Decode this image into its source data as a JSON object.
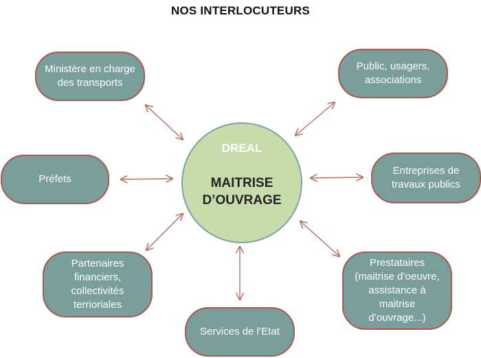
{
  "title": "NOS INTERLOCUTEURS",
  "center": {
    "label_top": "DREAL",
    "label_main": "MAITRISE\nD’OUVRAGE"
  },
  "nodes": {
    "ministere": "Ministère en charge\ndes transports",
    "public": "Public, usagers,\nassociations",
    "prefets": "Préfets",
    "entreprises": "Entreprises de\ntravaux publics",
    "partenaires": "Partenaires\nfinanciers,\ncollectivités\nterrioriales",
    "prestataires": "Prestataires\n(maitrise d’oeuvre,\nassistance à\nmaitrise\nd’ouvrage...)",
    "services": "Services de l’Etat"
  },
  "colors": {
    "node_fill": "#7a9e9c",
    "node_border": "#a9584a",
    "center_fill": "#c7dcab",
    "center_border": "#7fa2a5",
    "arrow": "#b3705f"
  }
}
